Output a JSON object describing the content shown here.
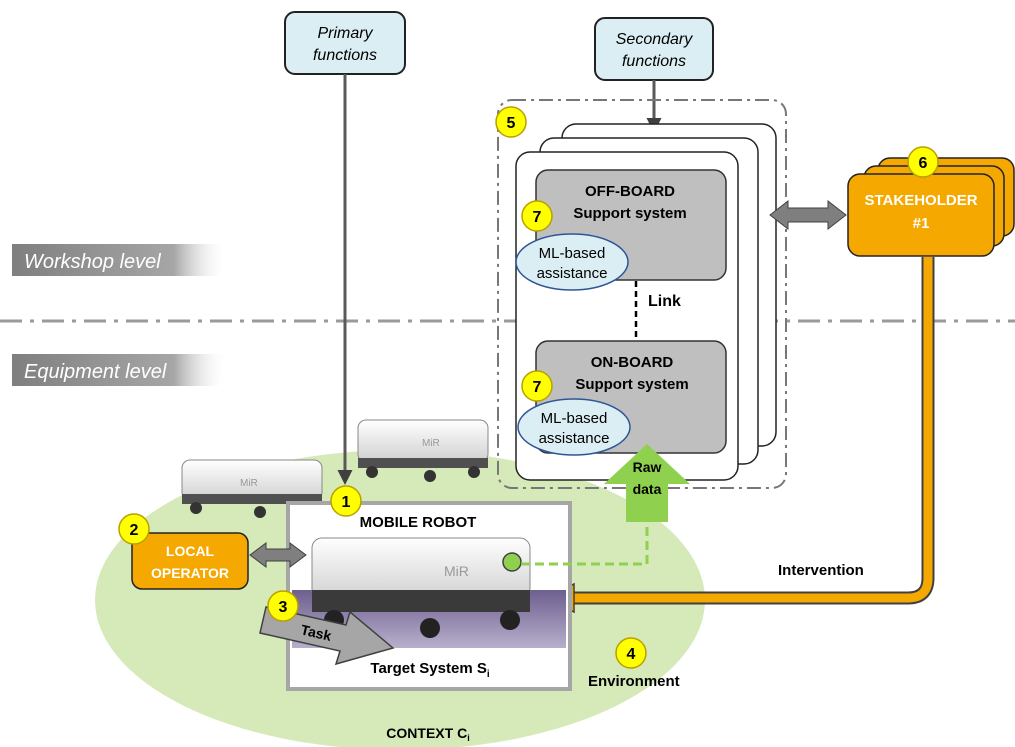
{
  "levels": {
    "workshop": "Workshop level",
    "equipment": "Equipment level"
  },
  "primary_functions": [
    "Primary",
    "functions"
  ],
  "secondary_functions": [
    "Secondary",
    "functions"
  ],
  "offboard": {
    "title": "OFF-BOARD",
    "subtitle": "Support system",
    "ml": [
      "ML-based",
      "assistance"
    ]
  },
  "onboard": {
    "title": "ON-BOARD",
    "subtitle": "Support system",
    "ml": [
      "ML-based",
      "assistance"
    ]
  },
  "link_label": "Link",
  "stakeholder": [
    "STAKEHOLDER",
    "#1"
  ],
  "local_operator": [
    "LOCAL",
    "OPERATOR"
  ],
  "mobile_robot": "MOBILE ROBOT",
  "robot_brand": "MiR",
  "task_label": "Task",
  "target_system": {
    "text": "Target System S",
    "sub": "i"
  },
  "raw_data": [
    "Raw",
    "data"
  ],
  "intervention": "Intervention",
  "environment": "Environment",
  "context": {
    "text": "CONTEXT C",
    "sub": "i"
  },
  "badges": {
    "b1": "1",
    "b2": "2",
    "b3": "3",
    "b4": "4",
    "b5": "5",
    "b6": "6",
    "b7a": "7",
    "b7b": "7"
  },
  "colors": {
    "light_blue": "#dbeef4",
    "orange": "#f5a800",
    "yellow_badge": "#ffff00",
    "green_context": "#d6e9b8",
    "green_arrow": "#8fd14f",
    "gray_box": "#bfbfbf",
    "purple_floor": "#8a7ca8"
  }
}
